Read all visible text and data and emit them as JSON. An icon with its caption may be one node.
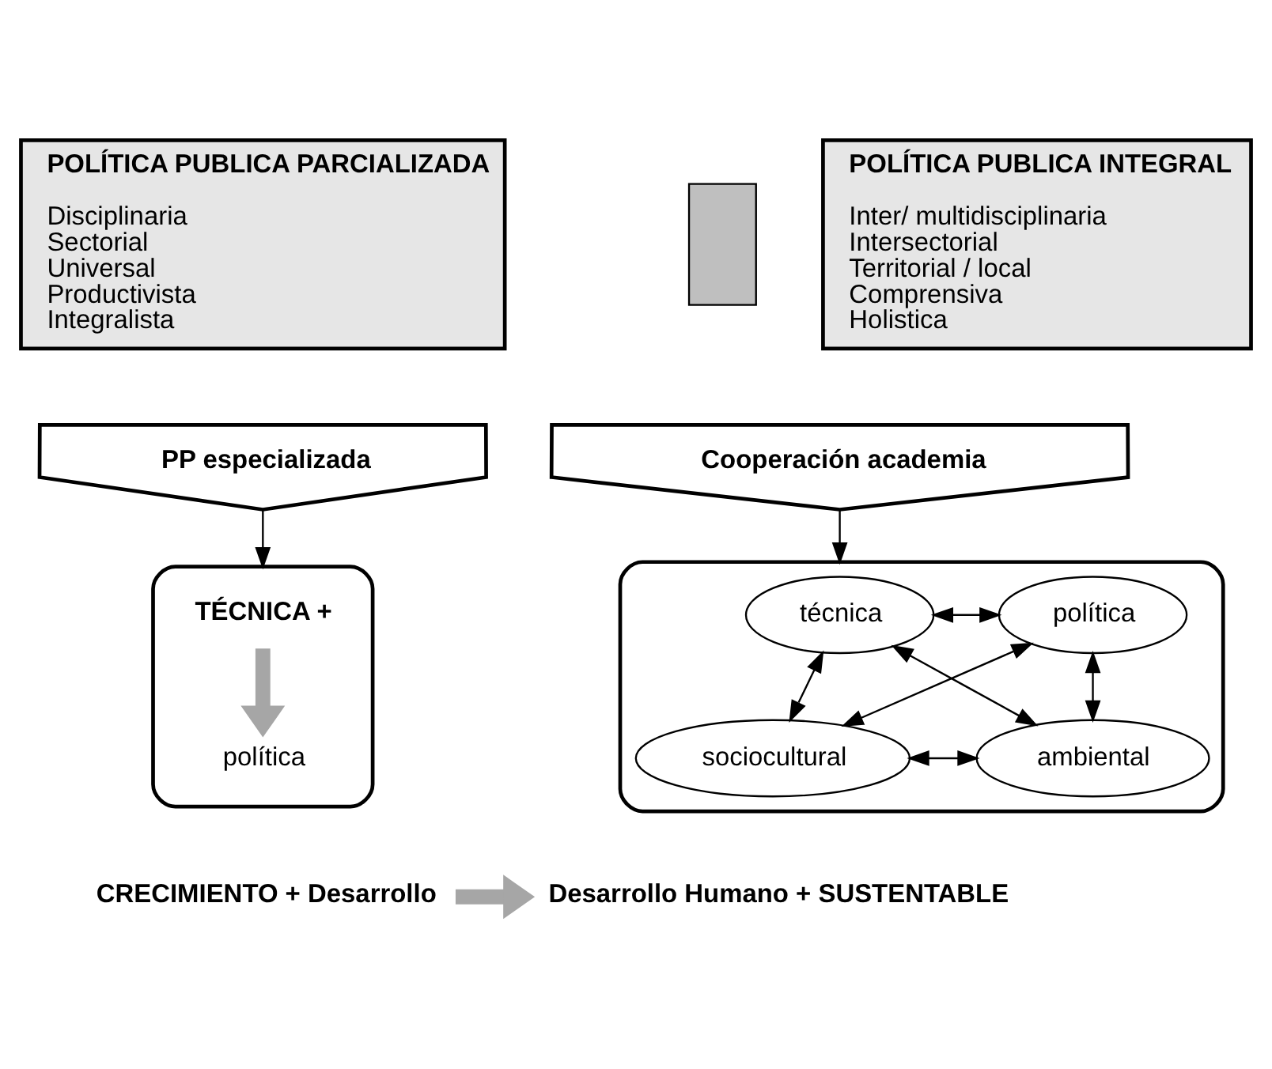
{
  "diagram": {
    "nodes": [
      {
        "text": [
          "POLÍTICA PUBLICA PARCIALIZADA",
          "Disciplinaria",
          "Sectorial",
          "Universal",
          "Productivista",
          "Integralista"
        ]
      },
      {
        "text": [],
        "shape": "flag"
      },
      {
        "text": [
          "POLÍTICA PUBLICA INTEGRAL",
          "Inter/ multidisciplinaria",
          "Intersectorial",
          "Territorial / local",
          "Comprensiva",
          "Holistica"
        ]
      },
      {
        "text": [
          "PP especializada"
        ]
      },
      {
        "text": [
          "Cooperación academia"
        ]
      },
      {
        "text": [],
        "shape": "ellipse"
      },
      {
        "text": [
          "TÉCNICA +"
        ],
        "in": 5
      },
      {
        "text": [
          "política"
        ],
        "in": 5
      },
      {
        "text": [],
        "shape": "ellipse"
      },
      {
        "text": [
          "técnica"
        ],
        "in": 8
      },
      {
        "text": [
          "política"
        ],
        "in": 8
      },
      {
        "text": [
          "sociocultural"
        ],
        "in": 8
      },
      {
        "text": [
          "ambiental"
        ],
        "in": 8
      },
      {
        "text": [
          "CRECIMIENTO + Desarrollo"
        ]
      },
      {
        "text": [
          "Desarrollo Humano + SUSTENTABLE"
        ]
      }
    ],
    "edges": [
      {
        "from": 3,
        "to": 5,
        "arrow": "to"
      },
      {
        "from": 4,
        "to": 8,
        "arrow": "to"
      },
      {
        "from": 6,
        "to": 7,
        "arrow": "to",
        "style": "thick",
        "color": "#a6a6a6"
      },
      {
        "from": 9,
        "to": 10,
        "arrow": "both"
      },
      {
        "from": 9,
        "to": 11,
        "arrow": "both"
      },
      {
        "from": 10,
        "to": 12,
        "arrow": "both"
      },
      {
        "from": 11,
        "to": 12,
        "arrow": "both"
      },
      {
        "from": 9,
        "to": 12,
        "arrow": "both"
      },
      {
        "from": 10,
        "to": 11,
        "arrow": "both"
      },
      {
        "from": 13,
        "to": 14,
        "arrow": "to",
        "style": "thick",
        "color": "#a6a6a6"
      }
    ]
  }
}
